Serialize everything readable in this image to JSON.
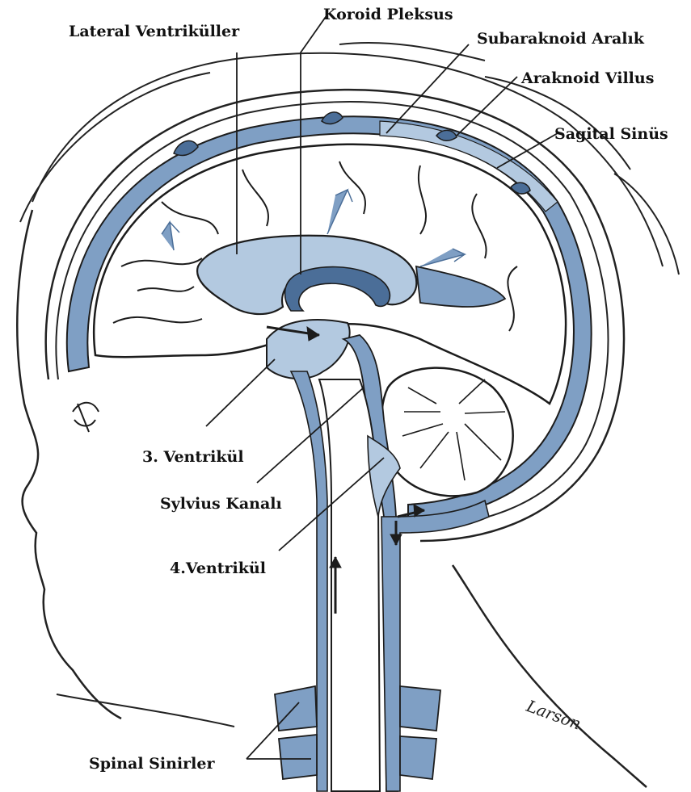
{
  "labels": {
    "lateral_ventricles": "Lateral Ventriküller",
    "choroid_plexus": "Koroid Pleksus",
    "subarachnoid_space": "Subaraknoid Aralık",
    "arachnoid_villus": "Araknoid Villus",
    "sagittal_sinus": "Sagital Sinüs",
    "third_ventricle": "3. Ventrikül",
    "sylvius_canal": "Sylvius Kanalı",
    "fourth_ventricle": "4.Ventrikül",
    "spinal_nerves": "Spinal Sinirler"
  },
  "signature": "Larson",
  "colors": {
    "csf_blue": "#7f9fc4",
    "csf_light": "#b3c9e0",
    "outline": "#1c1c1c",
    "background": "#ffffff"
  }
}
